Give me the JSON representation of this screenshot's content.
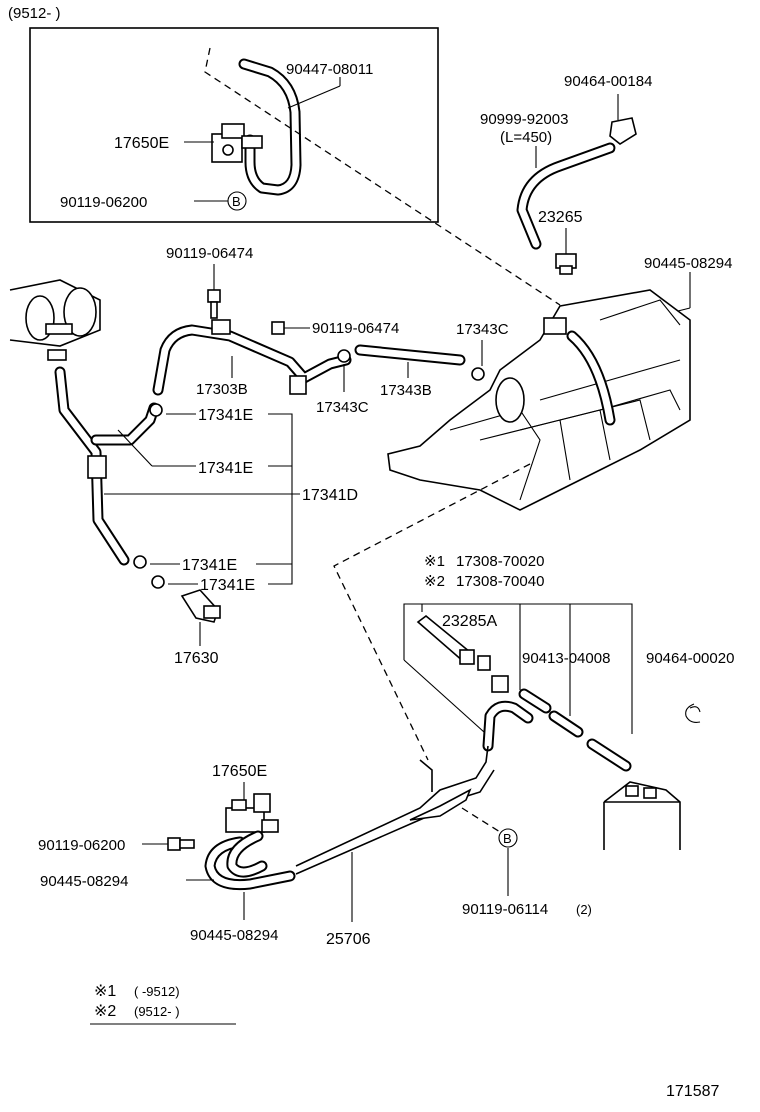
{
  "inset_header": "(9512-        )",
  "figure_number": "171587",
  "callouts": {
    "p90447_08011": "90447-08011",
    "p17650E_top": "17650E",
    "p90119_06200_top": "90119-06200",
    "p90464_00184": "90464-00184",
    "p90999_92003": "90999-92003",
    "p90999_length": "(L=450)",
    "p23265": "23265",
    "p90445_08294_right": "90445-08294",
    "p90119_06474_a": "90119-06474",
    "p90119_06474_b": "90119-06474",
    "p17343C_right": "17343C",
    "p17303B": "17303B",
    "p17343C_left": "17343C",
    "p17343B": "17343B",
    "p17341E_1": "17341E",
    "p17341E_2": "17341E",
    "p17341D": "17341D",
    "p17341E_3": "17341E",
    "p17341E_4": "17341E",
    "p17630": "17630",
    "note1_code": "※1",
    "note1_part": "17308-70020",
    "note2_code": "※2",
    "note2_part": "17308-70040",
    "p23285A": "23285A",
    "p90413_04008": "90413-04008",
    "p90464_00020": "90464-00020",
    "p17650E_bottom": "17650E",
    "p90119_06200_bottom": "90119-06200",
    "p90445_08294_a": "90445-08294",
    "p90445_08294_b": "90445-08294",
    "p25706": "25706",
    "p90119_06114": "90119-06114",
    "p90119_06114_qty": "(2)",
    "ref_marker": "B"
  },
  "legend": {
    "row1_code": "※1",
    "row1_range": "(      -9512)",
    "row2_code": "※2",
    "row2_range": "(9512-      )"
  }
}
